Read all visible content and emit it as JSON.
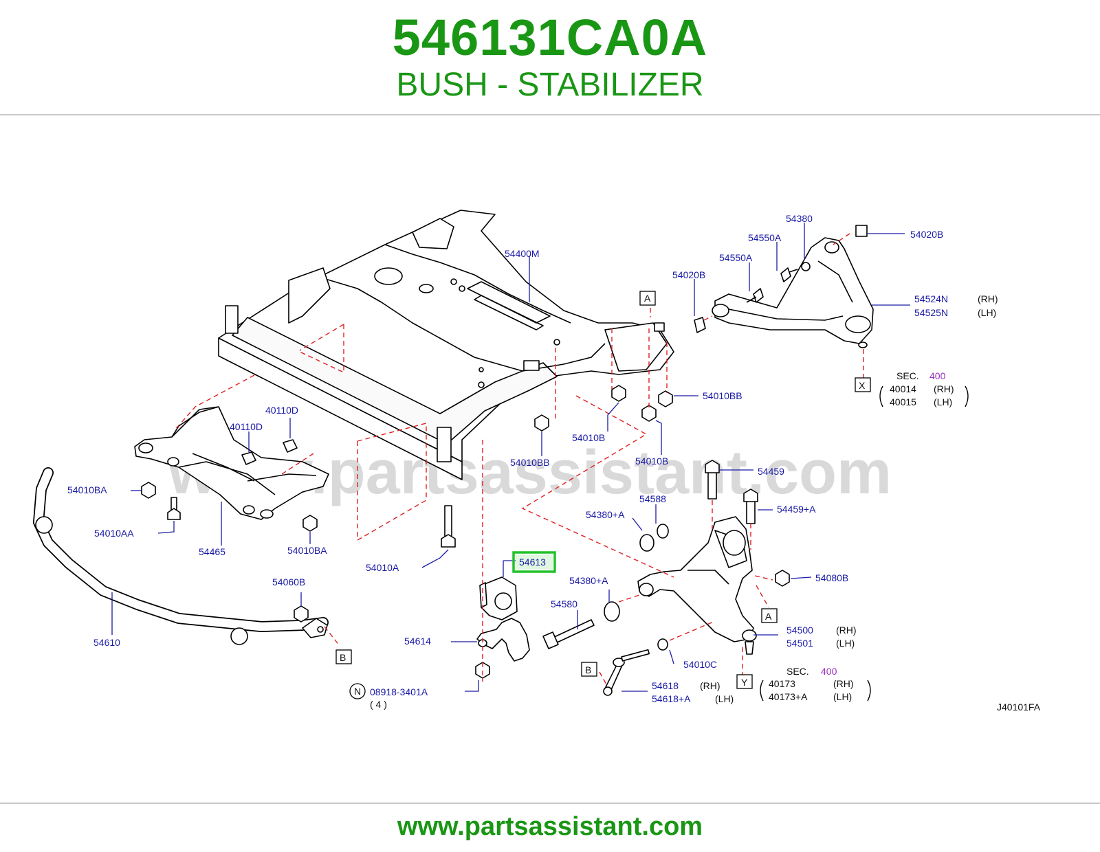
{
  "header": {
    "part_number": "546131CA0A",
    "part_name": "BUSH - STABILIZER"
  },
  "footer": {
    "website": "www.partsassistant.com"
  },
  "diagram": {
    "watermark": "www.partsassistant.com",
    "diagram_code": "J40101FA",
    "highlight_color": "#22c22a",
    "labels": {
      "p54400M": "54400M",
      "p54380": "54380",
      "p54550A_1": "54550A",
      "p54550A_2": "54550A",
      "p54020B_1": "54020B",
      "p54020B_2": "54020B",
      "p54524N": "54524N",
      "p54524N_side": "(RH)",
      "p54525N": "54525N",
      "p54525N_side": "(LH)",
      "ref_A_top": "A",
      "ref_X": "X",
      "sec_x_title": "SEC.",
      "sec_x_num": "400",
      "sec_x_p1": "40014",
      "sec_x_p1_side": "(RH)",
      "sec_x_p2": "40015",
      "sec_x_p2_side": "(LH)",
      "p54010BB_1": "54010BB",
      "p54010BB_2": "54010BB",
      "p54010B_1": "54010B",
      "p54010B_2": "54010B",
      "p40110D_1": "40110D",
      "p40110D_2": "40110D",
      "p54010BA_1": "54010BA",
      "p54010BA_2": "54010BA",
      "p54010AA": "54010AA",
      "p54465": "54465",
      "p54010A": "54010A",
      "p54459": "54459",
      "p54588": "54588",
      "p54459A": "54459+A",
      "p54380A_1": "54380+A",
      "p54380A_2": "54380+A",
      "p54613": "54613",
      "p54080B": "54080B",
      "p54060B": "54060B",
      "p54610": "54610",
      "p54580": "54580",
      "ref_A_bottom": "A",
      "p54500": "54500",
      "p54500_side": "(RH)",
      "p54501": "54501",
      "p54501_side": "(LH)",
      "p54614": "54614",
      "ref_B_left": "B",
      "p54010C": "54010C",
      "ref_B_right": "B",
      "p54618": "54618",
      "p54618_side": "(RH)",
      "p54618A": "54618+A",
      "p54618A_side": "(LH)",
      "ref_Y": "Y",
      "sec_y_title": "SEC.",
      "sec_y_num": "400",
      "sec_y_p1": "40173",
      "sec_y_p1_side": "(RH)",
      "sec_y_p2": "40173+A",
      "sec_y_p2_side": "(LH)",
      "n_symbol": "N",
      "p08918": "08918-3401A",
      "p08918_qty": "( 4 )"
    }
  }
}
